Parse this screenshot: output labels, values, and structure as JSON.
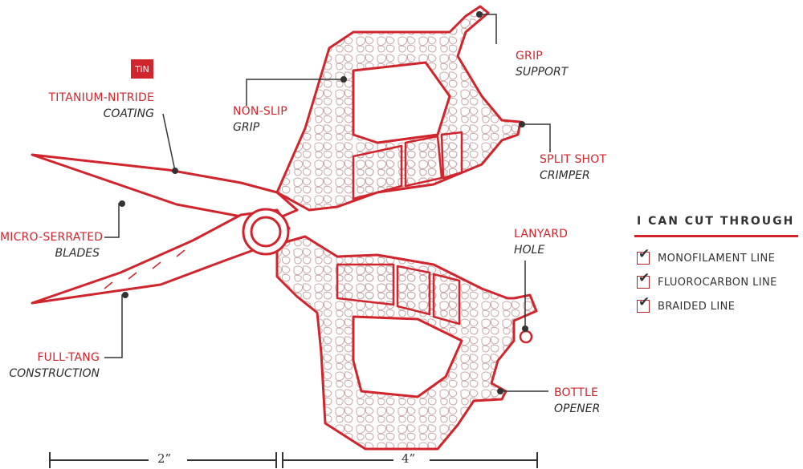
{
  "colors": {
    "accent": "#d1252d",
    "dark_text": "#333333",
    "line": "#333333",
    "pattern": "#c9a9a9",
    "panel_rule": "#d1252d"
  },
  "badge": {
    "text": "TiN"
  },
  "callouts": {
    "titanium_nitride": {
      "title": "TITANIUM-NITRIDE",
      "subtitle": "COATING"
    },
    "micro_serrated": {
      "title": "MICRO-SERRATED",
      "subtitle": "BLADES"
    },
    "full_tang": {
      "title": "FULL-TANG",
      "subtitle": "CONSTRUCTION"
    },
    "non_slip": {
      "title": "NON-SLIP",
      "subtitle": "GRIP"
    },
    "grip_support": {
      "title": "GRIP",
      "subtitle": "SUPPORT"
    },
    "split_shot": {
      "title": "SPLIT SHOT",
      "subtitle": "CRIMPER"
    },
    "lanyard": {
      "title": "LANYARD",
      "subtitle": "HOLE"
    },
    "bottle_opener": {
      "title": "BOTTLE",
      "subtitle": "OPENER"
    }
  },
  "cut_panel": {
    "heading": "I CAN CUT THROUGH",
    "items": [
      {
        "label": "MONOFILAMENT LINE",
        "checked": true
      },
      {
        "label": "FLUOROCARBON LINE",
        "checked": true
      },
      {
        "label": "BRAIDED LINE",
        "checked": true
      }
    ]
  },
  "dimensions": {
    "blade_length": "2”",
    "handle_length": "4”"
  }
}
